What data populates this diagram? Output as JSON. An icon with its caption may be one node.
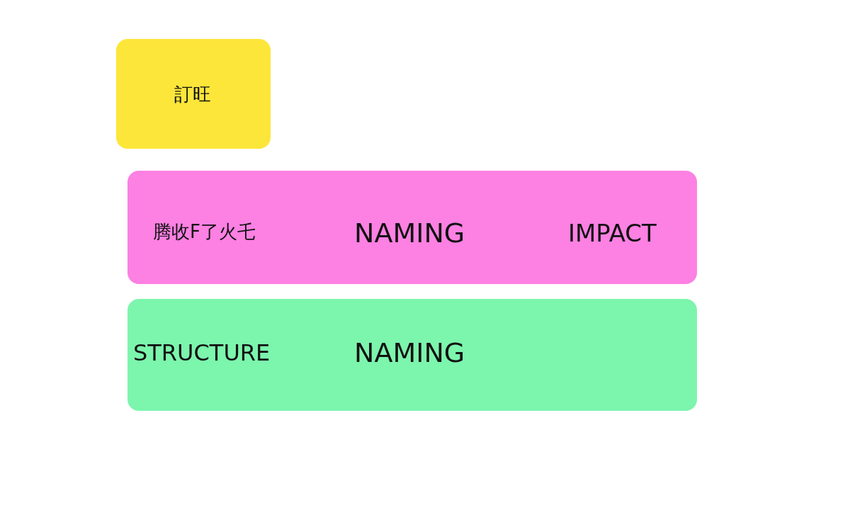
{
  "diagram": {
    "nodes": [
      {
        "text": [
          "訂旺"
        ]
      },
      {
        "text": [
          "腾收F了火乇",
          "NAMING",
          "IMPACT"
        ]
      },
      {
        "text": [
          "STRUCTURE",
          "NAMING"
        ]
      }
    ]
  }
}
